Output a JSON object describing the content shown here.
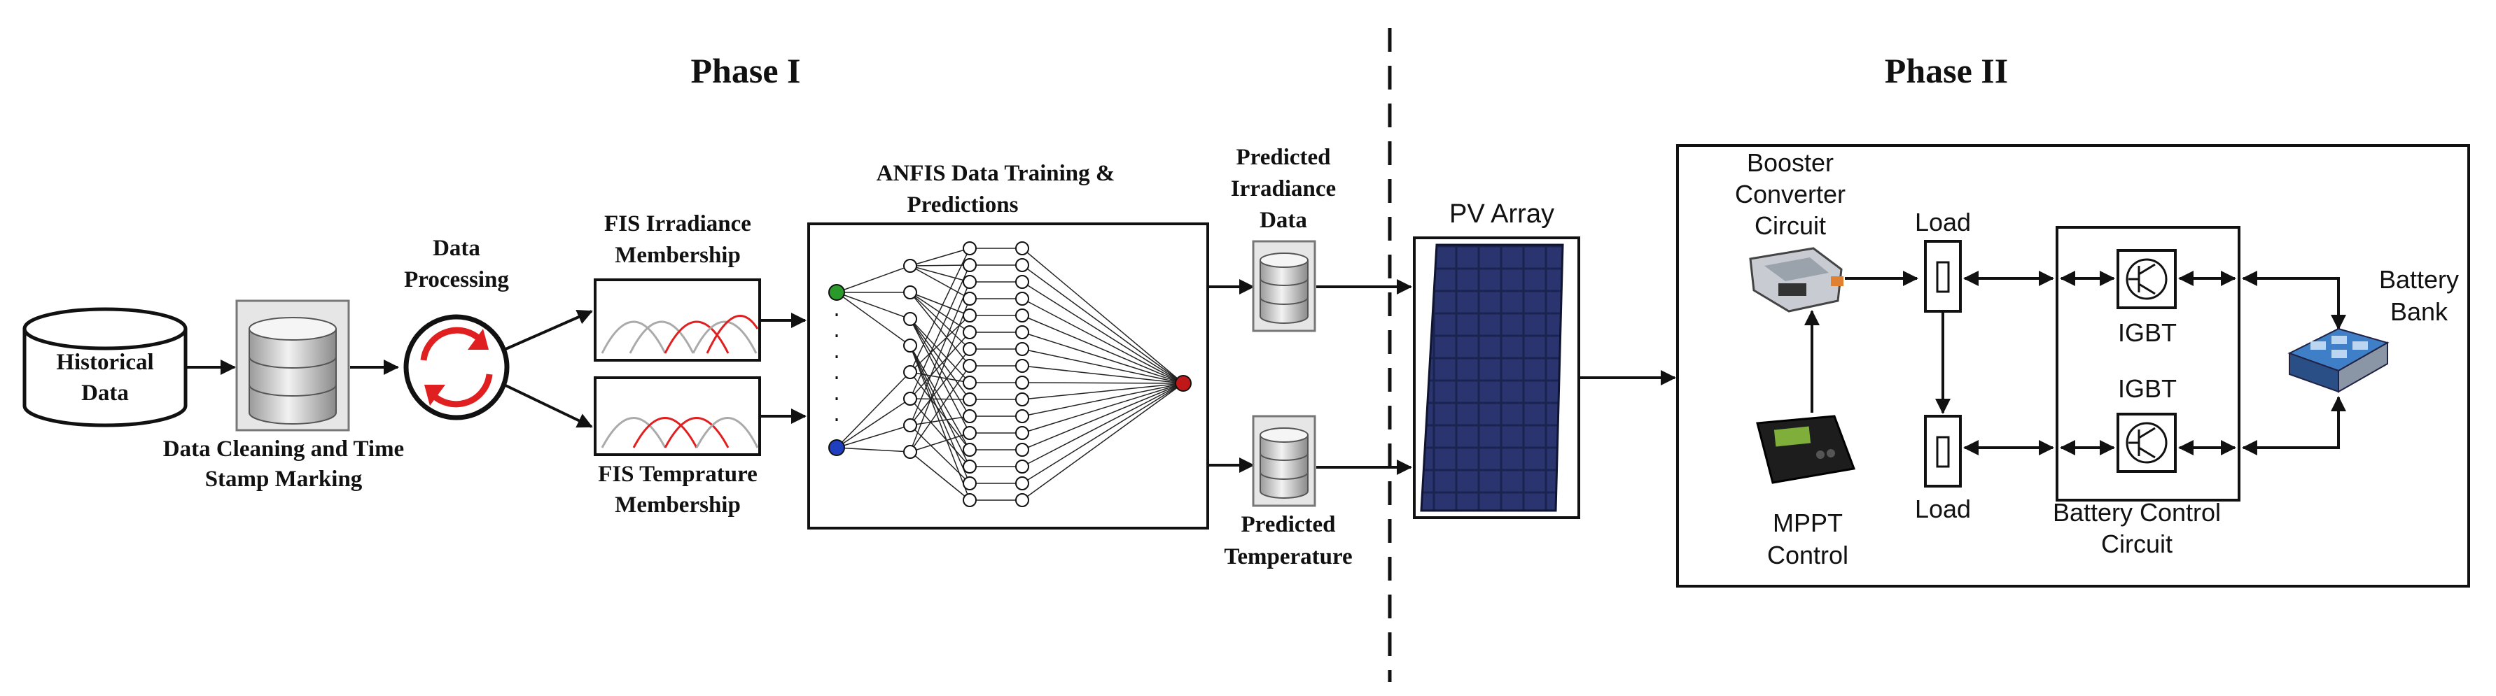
{
  "phase1": {
    "title": "Phase I"
  },
  "phase2": {
    "title": "Phase II"
  },
  "historical": {
    "line1": "Historical",
    "line2": "Data"
  },
  "cleaning": {
    "line1": "Data Cleaning and Time",
    "line2": "Stamp Marking"
  },
  "processing": {
    "line1": "Data",
    "line2": "Processing"
  },
  "fis_irradiance": {
    "line1": "FIS Irradiance",
    "line2": "Membership"
  },
  "fis_temperature": {
    "line1": "FIS Temprature",
    "line2": "Membership"
  },
  "anfis": {
    "line1": "ANFIS Data Training &",
    "line2": "Predictions"
  },
  "pred_irradiance": {
    "line1": "Predicted",
    "line2": "Irradiance",
    "line3": "Data"
  },
  "pred_temperature": {
    "line1": "Predicted",
    "line2": "Temperature"
  },
  "pv": {
    "label": "PV Array"
  },
  "booster": {
    "line1": "Booster",
    "line2": "Converter",
    "line3": "Circuit"
  },
  "mppt": {
    "line1": "MPPT",
    "line2": "Control"
  },
  "load_top": {
    "label": "Load"
  },
  "load_bottom": {
    "label": "Load"
  },
  "igbt_top": {
    "label": "IGBT"
  },
  "igbt_bottom": {
    "label": "IGBT"
  },
  "battery_control": {
    "line1": "Battery Control",
    "line2": "Circuit"
  },
  "battery": {
    "line1": "Battery",
    "line2": "Bank"
  },
  "colors": {
    "accent_red": "#e02020",
    "input_green": "#2a9a2a",
    "input_blue": "#1f3fbf",
    "output_red": "#c01818"
  }
}
